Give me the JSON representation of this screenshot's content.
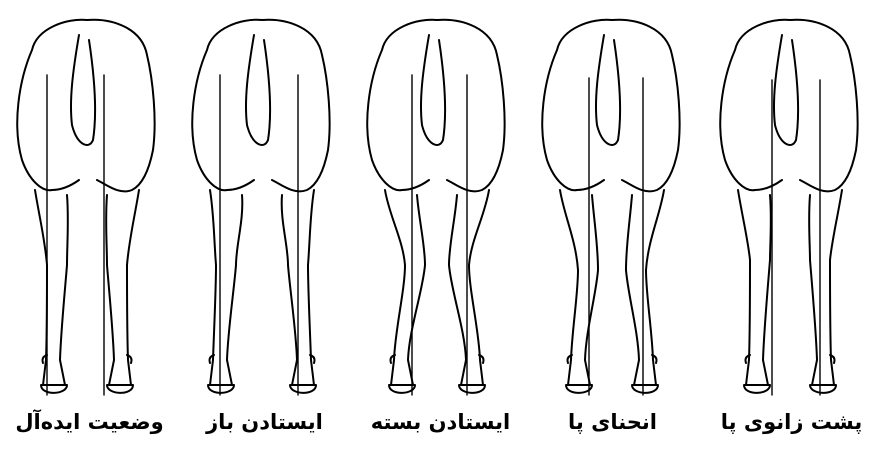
{
  "figure": {
    "panels": [
      {
        "key": "ideal",
        "caption": "وضعیت ایده‌آل",
        "stance": "ideal"
      },
      {
        "key": "open",
        "caption": "ایستادن باز",
        "stance": "wide"
      },
      {
        "key": "closed",
        "caption": "ایستادن بسته",
        "stance": "narrow"
      },
      {
        "key": "bent",
        "caption": "انحنای پا",
        "stance": "sickle"
      },
      {
        "key": "posty",
        "caption": "پشت زانوی پا",
        "stance": "posty"
      }
    ],
    "line_color": "#000000",
    "background": "#ffffff"
  }
}
